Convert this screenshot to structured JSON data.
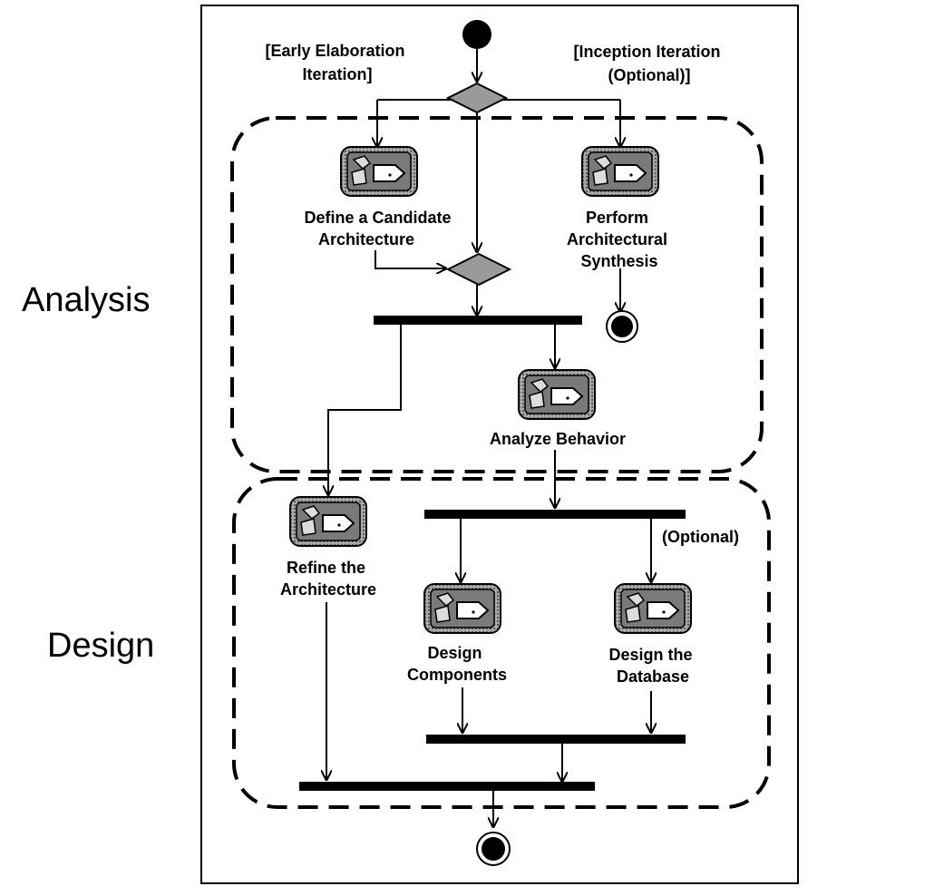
{
  "phases": {
    "analysis": "Analysis",
    "design": "Design"
  },
  "guards": {
    "early_elaboration": [
      "[Early Elaboration",
      "Iteration]"
    ],
    "inception": [
      "[Inception Iteration",
      "(Optional)]"
    ],
    "optional": "(Optional)"
  },
  "activities": {
    "define_candidate": [
      "Define a Candidate",
      "Architecture"
    ],
    "perform_synthesis": [
      "Perform",
      "Architectural",
      "Synthesis"
    ],
    "analyze_behavior": [
      "Analyze Behavior"
    ],
    "refine_architecture": [
      "Refine the",
      "Architecture"
    ],
    "design_components": [
      "Design",
      "Components"
    ],
    "design_database": [
      "Design the",
      "Database"
    ]
  },
  "icon": "activity-icon"
}
